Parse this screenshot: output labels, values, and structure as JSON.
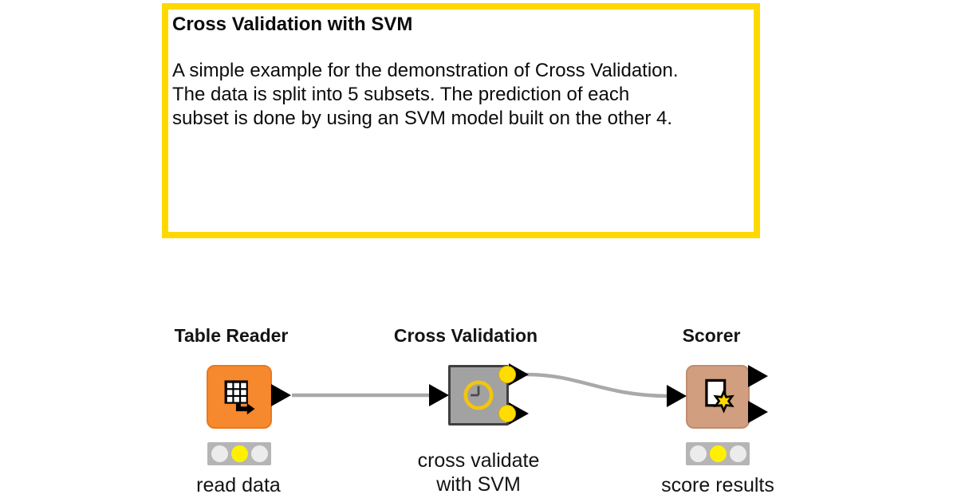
{
  "annotation": {
    "title": "Cross Validation with SVM",
    "body_lines": [
      "A simple example for the demonstration of Cross Validation.",
      "The data is split into 5 subsets. The prediction of each",
      "subset is done by using an SVM model built on the other 4."
    ],
    "border_color": "#ffd800"
  },
  "nodes": [
    {
      "title": "Table Reader",
      "label": "read data",
      "type": "source",
      "icon": "table-reader-icon",
      "color": "#f6882d",
      "traffic": [
        "off",
        "yellow",
        "off"
      ]
    },
    {
      "title": "Cross Validation",
      "label_lines": [
        "cross validate",
        "with SVM"
      ],
      "type": "metanode",
      "icon": "clock-icon",
      "color": "#a2a2a2"
    },
    {
      "title": "Scorer",
      "label": "score results",
      "type": "node",
      "icon": "scorer-icon",
      "color": "#d19e80",
      "traffic": [
        "off",
        "yellow",
        "off"
      ]
    }
  ],
  "connections": [
    {
      "from": "Table Reader",
      "to": "Cross Validation"
    },
    {
      "from": "Cross Validation",
      "to": "Scorer"
    }
  ],
  "colors": {
    "port_yellow": "#ffdd00",
    "traffic_active": "#fff000",
    "traffic_inactive": "#ececec",
    "connection_gray": "#a9a9a9",
    "clock_yellow": "#f2c50f"
  }
}
